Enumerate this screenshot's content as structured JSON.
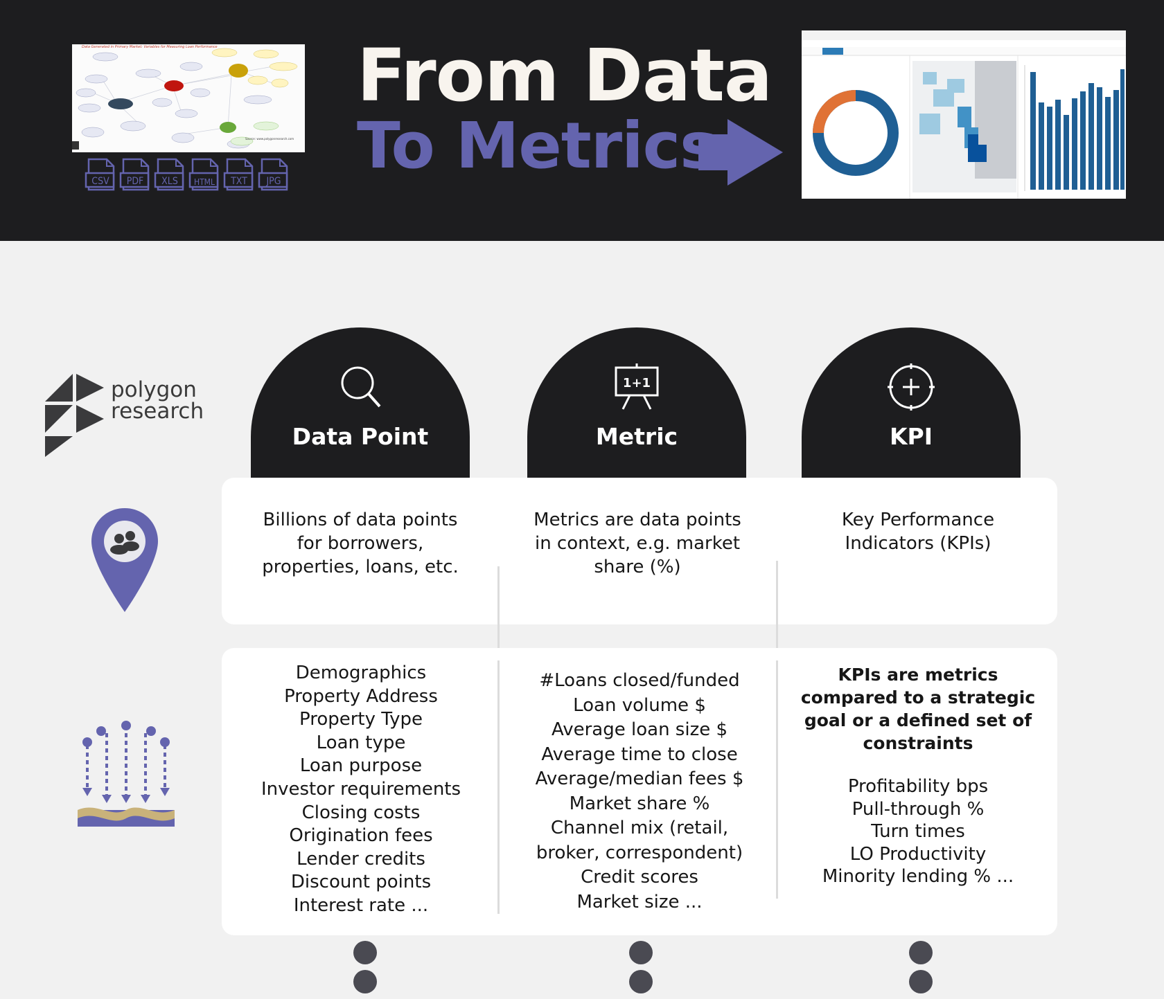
{
  "header": {
    "title_line1": "From Data",
    "title_line2": "To Metrics",
    "left_thumbnail_caption": "Data Generated in Primary Market: Variables for Measuring Loan Performance",
    "file_types": [
      "CSV",
      "PDF",
      "XLS",
      "HTML",
      "TXT",
      "JPG"
    ]
  },
  "brand": {
    "line1": "polygon",
    "line2": "research"
  },
  "columns": [
    {
      "title": "Data Point",
      "icon": "magnifier-icon",
      "description": [
        "Billions of data points",
        "for borrowers,",
        "properties, loans, etc."
      ],
      "items": [
        "Demographics",
        "Property Address",
        "Property Type",
        "Loan type",
        "Loan purpose",
        "Investor requirements",
        "Closing costs",
        "Origination fees",
        "Lender credits",
        "Discount points",
        "Interest rate ..."
      ]
    },
    {
      "title": "Metric",
      "icon": "presentation-board-icon",
      "icon_text": "1+1",
      "description": [
        "Metrics are data points",
        "in context, e.g. market",
        "share (%)"
      ],
      "items": [
        "#Loans closed/funded",
        "Loan volume $",
        "Average loan size $",
        "Average time to close",
        "Average/median fees $",
        "Market share %",
        "Channel mix (retail,",
        "broker, correspondent)",
        "Credit scores",
        "Market size ..."
      ]
    },
    {
      "title": "KPI",
      "icon": "target-plus-icon",
      "description": [
        "Key Performance",
        "Indicators (KPIs)"
      ],
      "bold_statement": [
        "KPIs are metrics",
        "compared to a strategic",
        "goal or a defined set of",
        "constraints"
      ],
      "items": [
        "Profitability bps",
        "Pull-through %",
        "Turn times",
        "LO Productivity",
        "Minority lending % ..."
      ]
    }
  ],
  "colors": {
    "header_bg": "#1d1d1f",
    "accent": "#6464ae",
    "title_light": "#f8f4ee",
    "donut_blue": "#1f5f94",
    "donut_orange": "#e07235"
  }
}
